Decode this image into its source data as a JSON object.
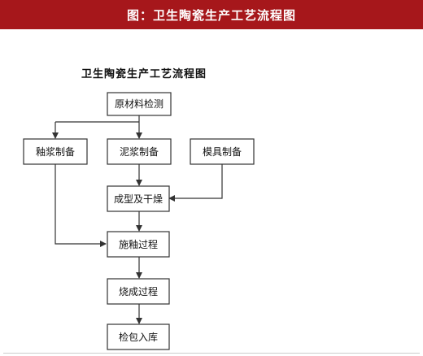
{
  "header": {
    "title": "图：卫生陶瓷生产工艺流程图"
  },
  "diagram": {
    "title": "卫生陶瓷生产工艺流程图",
    "nodes": [
      {
        "id": "raw",
        "label": "原材料检测"
      },
      {
        "id": "glaze",
        "label": "釉浆制备"
      },
      {
        "id": "slurry",
        "label": "泥浆制备"
      },
      {
        "id": "mold",
        "label": "模具制备"
      },
      {
        "id": "forming",
        "label": "成型及干燥"
      },
      {
        "id": "glazing",
        "label": "施釉过程"
      },
      {
        "id": "firing",
        "label": "烧成过程"
      },
      {
        "id": "pack",
        "label": "检包入库"
      }
    ],
    "edges": [
      {
        "from": "raw",
        "to": "glaze"
      },
      {
        "from": "raw",
        "to": "slurry"
      },
      {
        "from": "slurry",
        "to": "forming"
      },
      {
        "from": "mold",
        "to": "forming"
      },
      {
        "from": "forming",
        "to": "glazing"
      },
      {
        "from": "glaze",
        "to": "glazing"
      },
      {
        "from": "glazing",
        "to": "firing"
      },
      {
        "from": "firing",
        "to": "pack"
      }
    ]
  },
  "colors": {
    "header_bg": "#a6171b",
    "header_text": "#ffffff",
    "line": "#333333"
  }
}
